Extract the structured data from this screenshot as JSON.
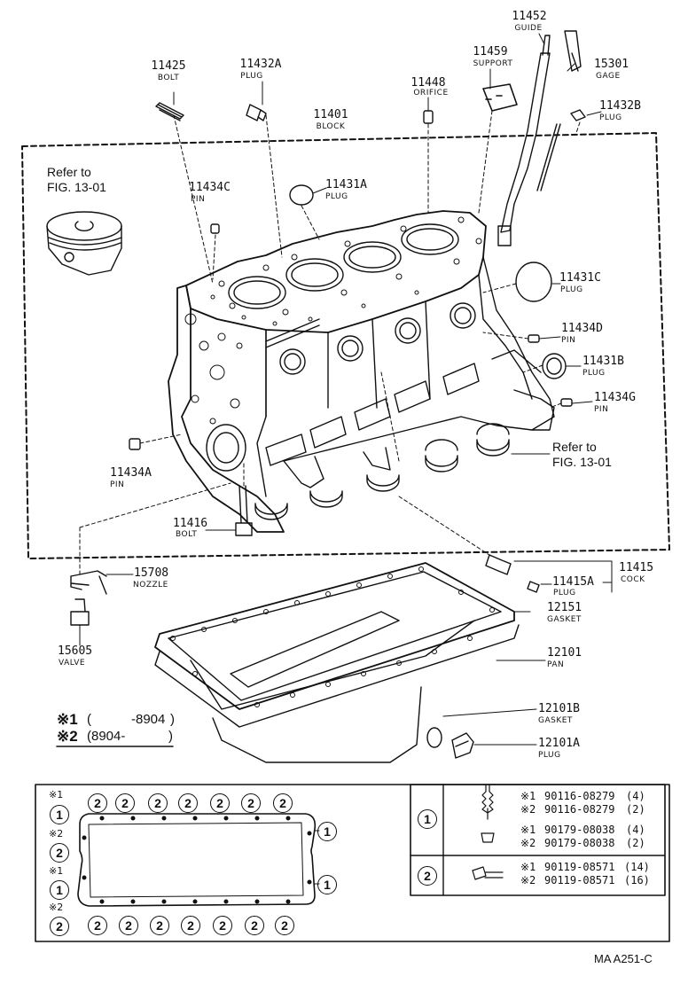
{
  "parts": {
    "bolt_11425": {
      "number": "11425",
      "name": "BOLT"
    },
    "plug_11432A": {
      "number": "11432A",
      "name": "PLUG"
    },
    "block_11401": {
      "number": "11401",
      "name": "BLOCK"
    },
    "orifice_11448": {
      "number": "11448",
      "name": "ORIFICE"
    },
    "support_11459": {
      "number": "11459",
      "name": "SUPPORT"
    },
    "guide_11452": {
      "number": "11452",
      "name": "GUIDE"
    },
    "gage_15301": {
      "number": "15301",
      "name": "GAGE"
    },
    "plug_11432B": {
      "number": "11432B",
      "name": "PLUG"
    },
    "pin_11434C": {
      "number": "11434C",
      "name": "PIN"
    },
    "plug_11431A": {
      "number": "11431A",
      "name": "PLUG"
    },
    "plug_11431C": {
      "number": "11431C",
      "name": "PLUG"
    },
    "pin_11434D": {
      "number": "11434D",
      "name": "PIN"
    },
    "plug_11431B": {
      "number": "11431B",
      "name": "PLUG"
    },
    "pin_11434G": {
      "number": "11434G",
      "name": "PIN"
    },
    "pin_11434A": {
      "number": "11434A",
      "name": "PIN"
    },
    "bolt_11416": {
      "number": "11416",
      "name": "BOLT"
    },
    "nozzle_15708": {
      "number": "15708",
      "name": "NOZZLE"
    },
    "valve_15605": {
      "number": "15605",
      "name": "VALVE"
    },
    "cock_11415": {
      "number": "11415",
      "name": "COCK"
    },
    "plug_11415A": {
      "number": "11415A",
      "name": "PLUG"
    },
    "gasket_12151": {
      "number": "12151",
      "name": "GASKET"
    },
    "pan_12101": {
      "number": "12101",
      "name": "PAN"
    },
    "gasket_12101B": {
      "number": "12101B",
      "name": "GASKET"
    },
    "plug_12101A": {
      "number": "12101A",
      "name": "PLUG"
    }
  },
  "refs": {
    "piston": {
      "line1": "Refer to",
      "line2": "FIG. 13-01"
    },
    "bearing": {
      "line1": "Refer to",
      "line2": "FIG. 13-01"
    }
  },
  "legend": {
    "row1": {
      "mark": "※1",
      "paren": "(",
      "value": "-8904",
      "close": ")"
    },
    "row2": {
      "mark": "※2",
      "paren": "(8904-",
      "value": "",
      "close": ")"
    }
  },
  "pan_gasket_layout": {
    "mark1": "※1",
    "mark2": "※2",
    "circle1": "1",
    "circle2": "2"
  },
  "fastener_table": {
    "row1": {
      "key": "1",
      "items": [
        {
          "mark": "※1",
          "part": "90116-08279",
          "qty": "(4)"
        },
        {
          "mark": "※2",
          "part": "90116-08279",
          "qty": "(2)"
        },
        {
          "mark": "※1",
          "part": "90179-08038",
          "qty": "(4)"
        },
        {
          "mark": "※2",
          "part": "90179-08038",
          "qty": "(2)"
        }
      ]
    },
    "row2": {
      "key": "2",
      "items": [
        {
          "mark": "※1",
          "part": "90119-08571",
          "qty": "(14)"
        },
        {
          "mark": "※2",
          "part": "90119-08571",
          "qty": "(16)"
        }
      ]
    }
  },
  "figure_code": "MA  A251-C"
}
